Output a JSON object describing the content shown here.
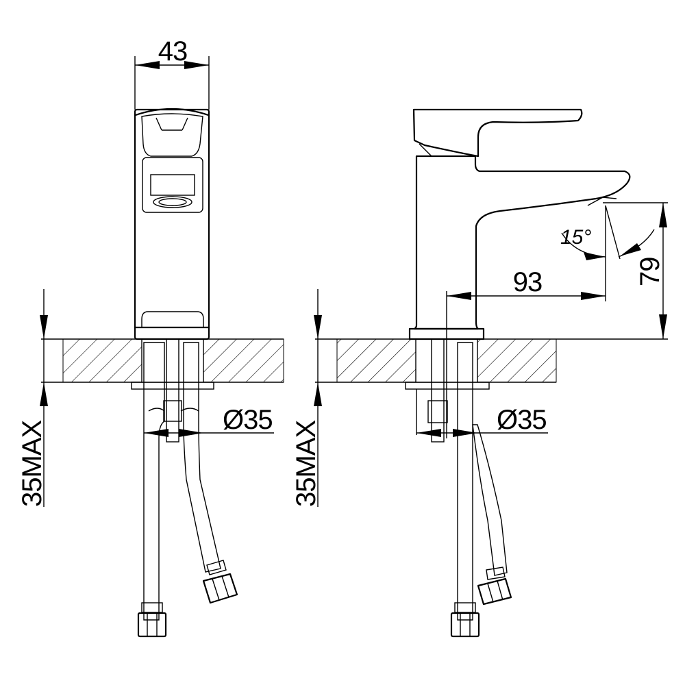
{
  "front_view": {
    "width_dim": "43",
    "hole_dim": "Ø35",
    "thickness_dim": "35MAX"
  },
  "side_view": {
    "reach_dim": "93",
    "height_dim": "79",
    "angle_dim": "15°",
    "hole_dim": "Ø35",
    "thickness_dim": "35MAX"
  }
}
